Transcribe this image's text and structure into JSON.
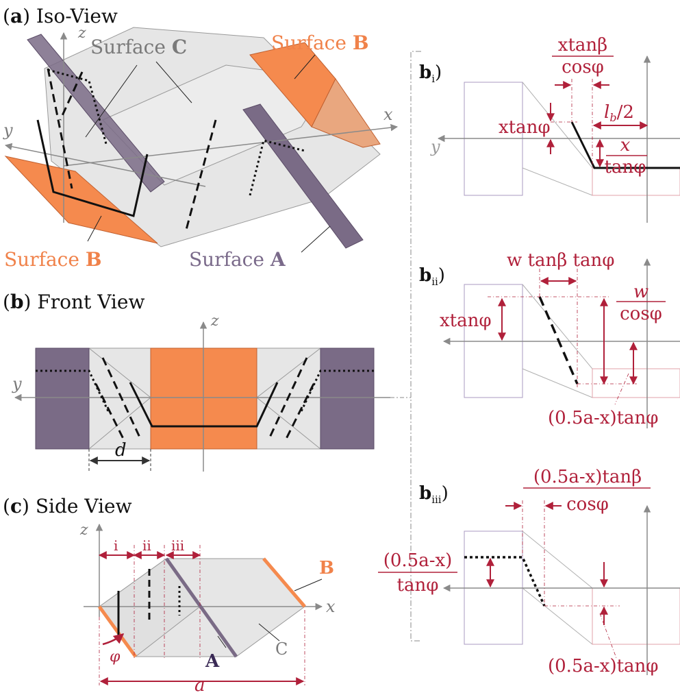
{
  "colors": {
    "orange": "#f58a4e",
    "orange_light": "#e9a77f",
    "purple": "#7a6b86",
    "gray_fill": "#e6e6e6",
    "gray_line": "#8a8a8a",
    "dim_red": "#b0203a",
    "black": "#111111"
  },
  "panel_a": {
    "tag": "a",
    "title": "Iso-View",
    "axis_x": "x",
    "axis_y": "y",
    "axis_z": "z",
    "surface_c_word": "Surface",
    "surface_c_letter": "C",
    "surface_b_top_word": "Surface",
    "surface_b_top_letter": "B",
    "surface_b_left_word": "Surface",
    "surface_b_left_letter": "B",
    "surface_a_word": "Surface",
    "surface_a_letter": "A"
  },
  "panel_b": {
    "tag": "b",
    "title": "Front View",
    "axis_y": "y",
    "axis_z": "z",
    "dim_d": "d"
  },
  "panel_c": {
    "tag": "c",
    "title": "Side View",
    "axis_x": "x",
    "axis_z": "z",
    "region_i": "i",
    "region_ii": "ii",
    "region_iii": "iii",
    "label_b": "B",
    "label_a": "A",
    "label_c": "C",
    "angle_phi": "φ",
    "dim_a": "a"
  },
  "panel_bi": {
    "tag_main": "b",
    "tag_sub": "i",
    "axis_y": "y",
    "num_top": "xtanβ",
    "den_top": "cosφ",
    "left_label": "xtanφ",
    "right_top": "l",
    "right_top_sub": "b",
    "right_top_tail": "/2",
    "frac_num": "x",
    "frac_den": "tanφ"
  },
  "panel_bii": {
    "tag_main": "b",
    "tag_sub": "ii",
    "top_label": "w tanβ tanφ",
    "left_label": "xtanφ",
    "frac_num": "w",
    "frac_den": "cosφ",
    "bottom_label": "(0.5a-x)tanφ"
  },
  "panel_biii": {
    "tag_main": "b",
    "tag_sub": "iii",
    "num_top": "(0.5a-x)tanβ",
    "den_top": "cosφ",
    "left_num": "(0.5a-x)",
    "left_den": "tanφ",
    "bottom_label": "(0.5a-x)tanφ"
  }
}
